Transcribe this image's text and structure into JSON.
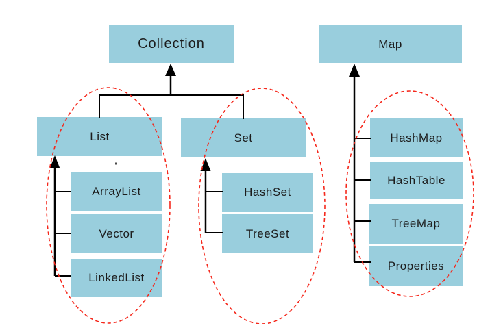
{
  "diagram": {
    "nodes": {
      "collection": {
        "label": "Collection"
      },
      "map": {
        "label": "Map"
      },
      "list": {
        "label": "List"
      },
      "set": {
        "label": "Set"
      },
      "arraylist": {
        "label": "ArrayList"
      },
      "vector": {
        "label": "Vector"
      },
      "linkedlist": {
        "label": "LinkedList"
      },
      "hashset": {
        "label": "HashSet"
      },
      "treeset": {
        "label": "TreeSet"
      },
      "hashmap": {
        "label": "HashMap"
      },
      "hashtable": {
        "label": "HashTable"
      },
      "treemap": {
        "label": "TreeMap"
      },
      "properties": {
        "label": "Properties"
      }
    },
    "colors": {
      "node_fill": "#99cedd",
      "node_text": "#1c1c1c",
      "connector_line": "#000000",
      "group_ellipse_stroke": "#f5281c",
      "background": "#ffffff"
    }
  }
}
